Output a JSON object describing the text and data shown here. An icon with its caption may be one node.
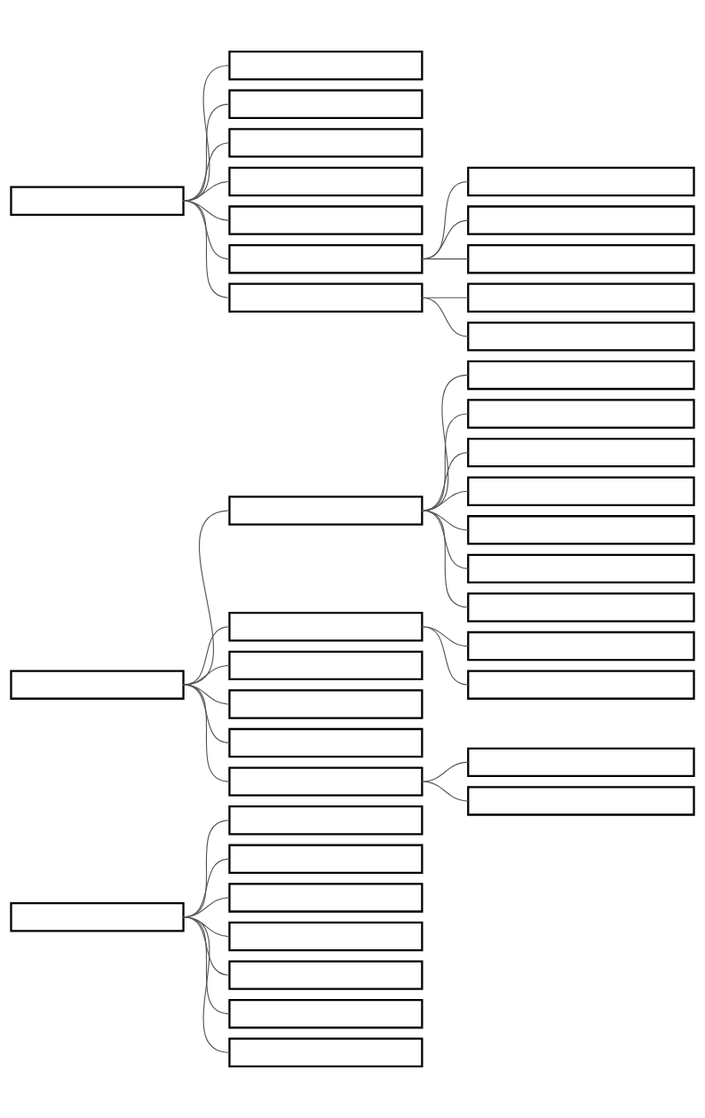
{
  "diagram": {
    "nodes": [
      {
        "text": [],
        "shape": "box"
      },
      {
        "text": [],
        "shape": "box"
      },
      {
        "text": [],
        "shape": "box"
      },
      {
        "text": [],
        "shape": "box"
      },
      {
        "text": [],
        "shape": "box"
      },
      {
        "text": [],
        "shape": "box"
      },
      {
        "text": [],
        "shape": "box"
      },
      {
        "text": [],
        "shape": "box"
      },
      {
        "text": [],
        "shape": "box"
      },
      {
        "text": [],
        "shape": "box"
      },
      {
        "text": [],
        "shape": "box"
      },
      {
        "text": [],
        "shape": "box"
      },
      {
        "text": [],
        "shape": "box"
      },
      {
        "text": [],
        "shape": "box"
      },
      {
        "text": [],
        "shape": "box"
      },
      {
        "text": [],
        "shape": "box"
      },
      {
        "text": [],
        "shape": "box"
      },
      {
        "text": [],
        "shape": "box"
      },
      {
        "text": [],
        "shape": "box"
      },
      {
        "text": [],
        "shape": "box"
      },
      {
        "text": [],
        "shape": "box"
      },
      {
        "text": [],
        "shape": "box"
      },
      {
        "text": [],
        "shape": "box"
      },
      {
        "text": [],
        "shape": "box"
      },
      {
        "text": [],
        "shape": "box"
      },
      {
        "text": [],
        "shape": "box"
      },
      {
        "text": [],
        "shape": "box"
      },
      {
        "text": [],
        "shape": "box"
      },
      {
        "text": [],
        "shape": "box"
      },
      {
        "text": [],
        "shape": "box"
      },
      {
        "text": [],
        "shape": "box"
      },
      {
        "text": [],
        "shape": "box"
      },
      {
        "text": [],
        "shape": "box"
      },
      {
        "text": [],
        "shape": "box"
      },
      {
        "text": [],
        "shape": "box"
      },
      {
        "text": [],
        "shape": "box"
      },
      {
        "text": [],
        "shape": "box"
      },
      {
        "text": [],
        "shape": "box"
      },
      {
        "text": [],
        "shape": "box"
      }
    ],
    "edges": [
      {
        "from": 0,
        "to": 1,
        "arrow": "none"
      },
      {
        "from": 0,
        "to": 2,
        "arrow": "none"
      },
      {
        "from": 0,
        "to": 3,
        "arrow": "none"
      },
      {
        "from": 0,
        "to": 4,
        "arrow": "none"
      },
      {
        "from": 0,
        "to": 5,
        "arrow": "none"
      },
      {
        "from": 0,
        "to": 6,
        "arrow": "none"
      },
      {
        "from": 0,
        "to": 7,
        "arrow": "none"
      },
      {
        "from": 6,
        "to": 8,
        "arrow": "none"
      },
      {
        "from": 6,
        "to": 9,
        "arrow": "none"
      },
      {
        "from": 6,
        "to": 10,
        "arrow": "none"
      },
      {
        "from": 7,
        "to": 11,
        "arrow": "none"
      },
      {
        "from": 7,
        "to": 12,
        "arrow": "none"
      },
      {
        "from": 13,
        "to": 14,
        "arrow": "none"
      },
      {
        "from": 13,
        "to": 15,
        "arrow": "none"
      },
      {
        "from": 13,
        "to": 16,
        "arrow": "none"
      },
      {
        "from": 13,
        "to": 17,
        "arrow": "none"
      },
      {
        "from": 13,
        "to": 18,
        "arrow": "none"
      },
      {
        "from": 13,
        "to": 19,
        "arrow": "none"
      },
      {
        "from": 14,
        "to": 20,
        "arrow": "none"
      },
      {
        "from": 14,
        "to": 21,
        "arrow": "none"
      },
      {
        "from": 14,
        "to": 22,
        "arrow": "none"
      },
      {
        "from": 14,
        "to": 23,
        "arrow": "none"
      },
      {
        "from": 14,
        "to": 24,
        "arrow": "none"
      },
      {
        "from": 14,
        "to": 25,
        "arrow": "none"
      },
      {
        "from": 14,
        "to": 26,
        "arrow": "none"
      },
      {
        "from": 15,
        "to": 27,
        "arrow": "none"
      },
      {
        "from": 15,
        "to": 28,
        "arrow": "none"
      },
      {
        "from": 19,
        "to": 29,
        "arrow": "none"
      },
      {
        "from": 19,
        "to": 30,
        "arrow": "none"
      },
      {
        "from": 31,
        "to": 32,
        "arrow": "none"
      },
      {
        "from": 31,
        "to": 33,
        "arrow": "none"
      },
      {
        "from": 31,
        "to": 34,
        "arrow": "none"
      },
      {
        "from": 31,
        "to": 35,
        "arrow": "none"
      },
      {
        "from": 31,
        "to": 36,
        "arrow": "none"
      },
      {
        "from": 31,
        "to": 37,
        "arrow": "none"
      },
      {
        "from": 31,
        "to": 38,
        "arrow": "none"
      }
    ]
  }
}
